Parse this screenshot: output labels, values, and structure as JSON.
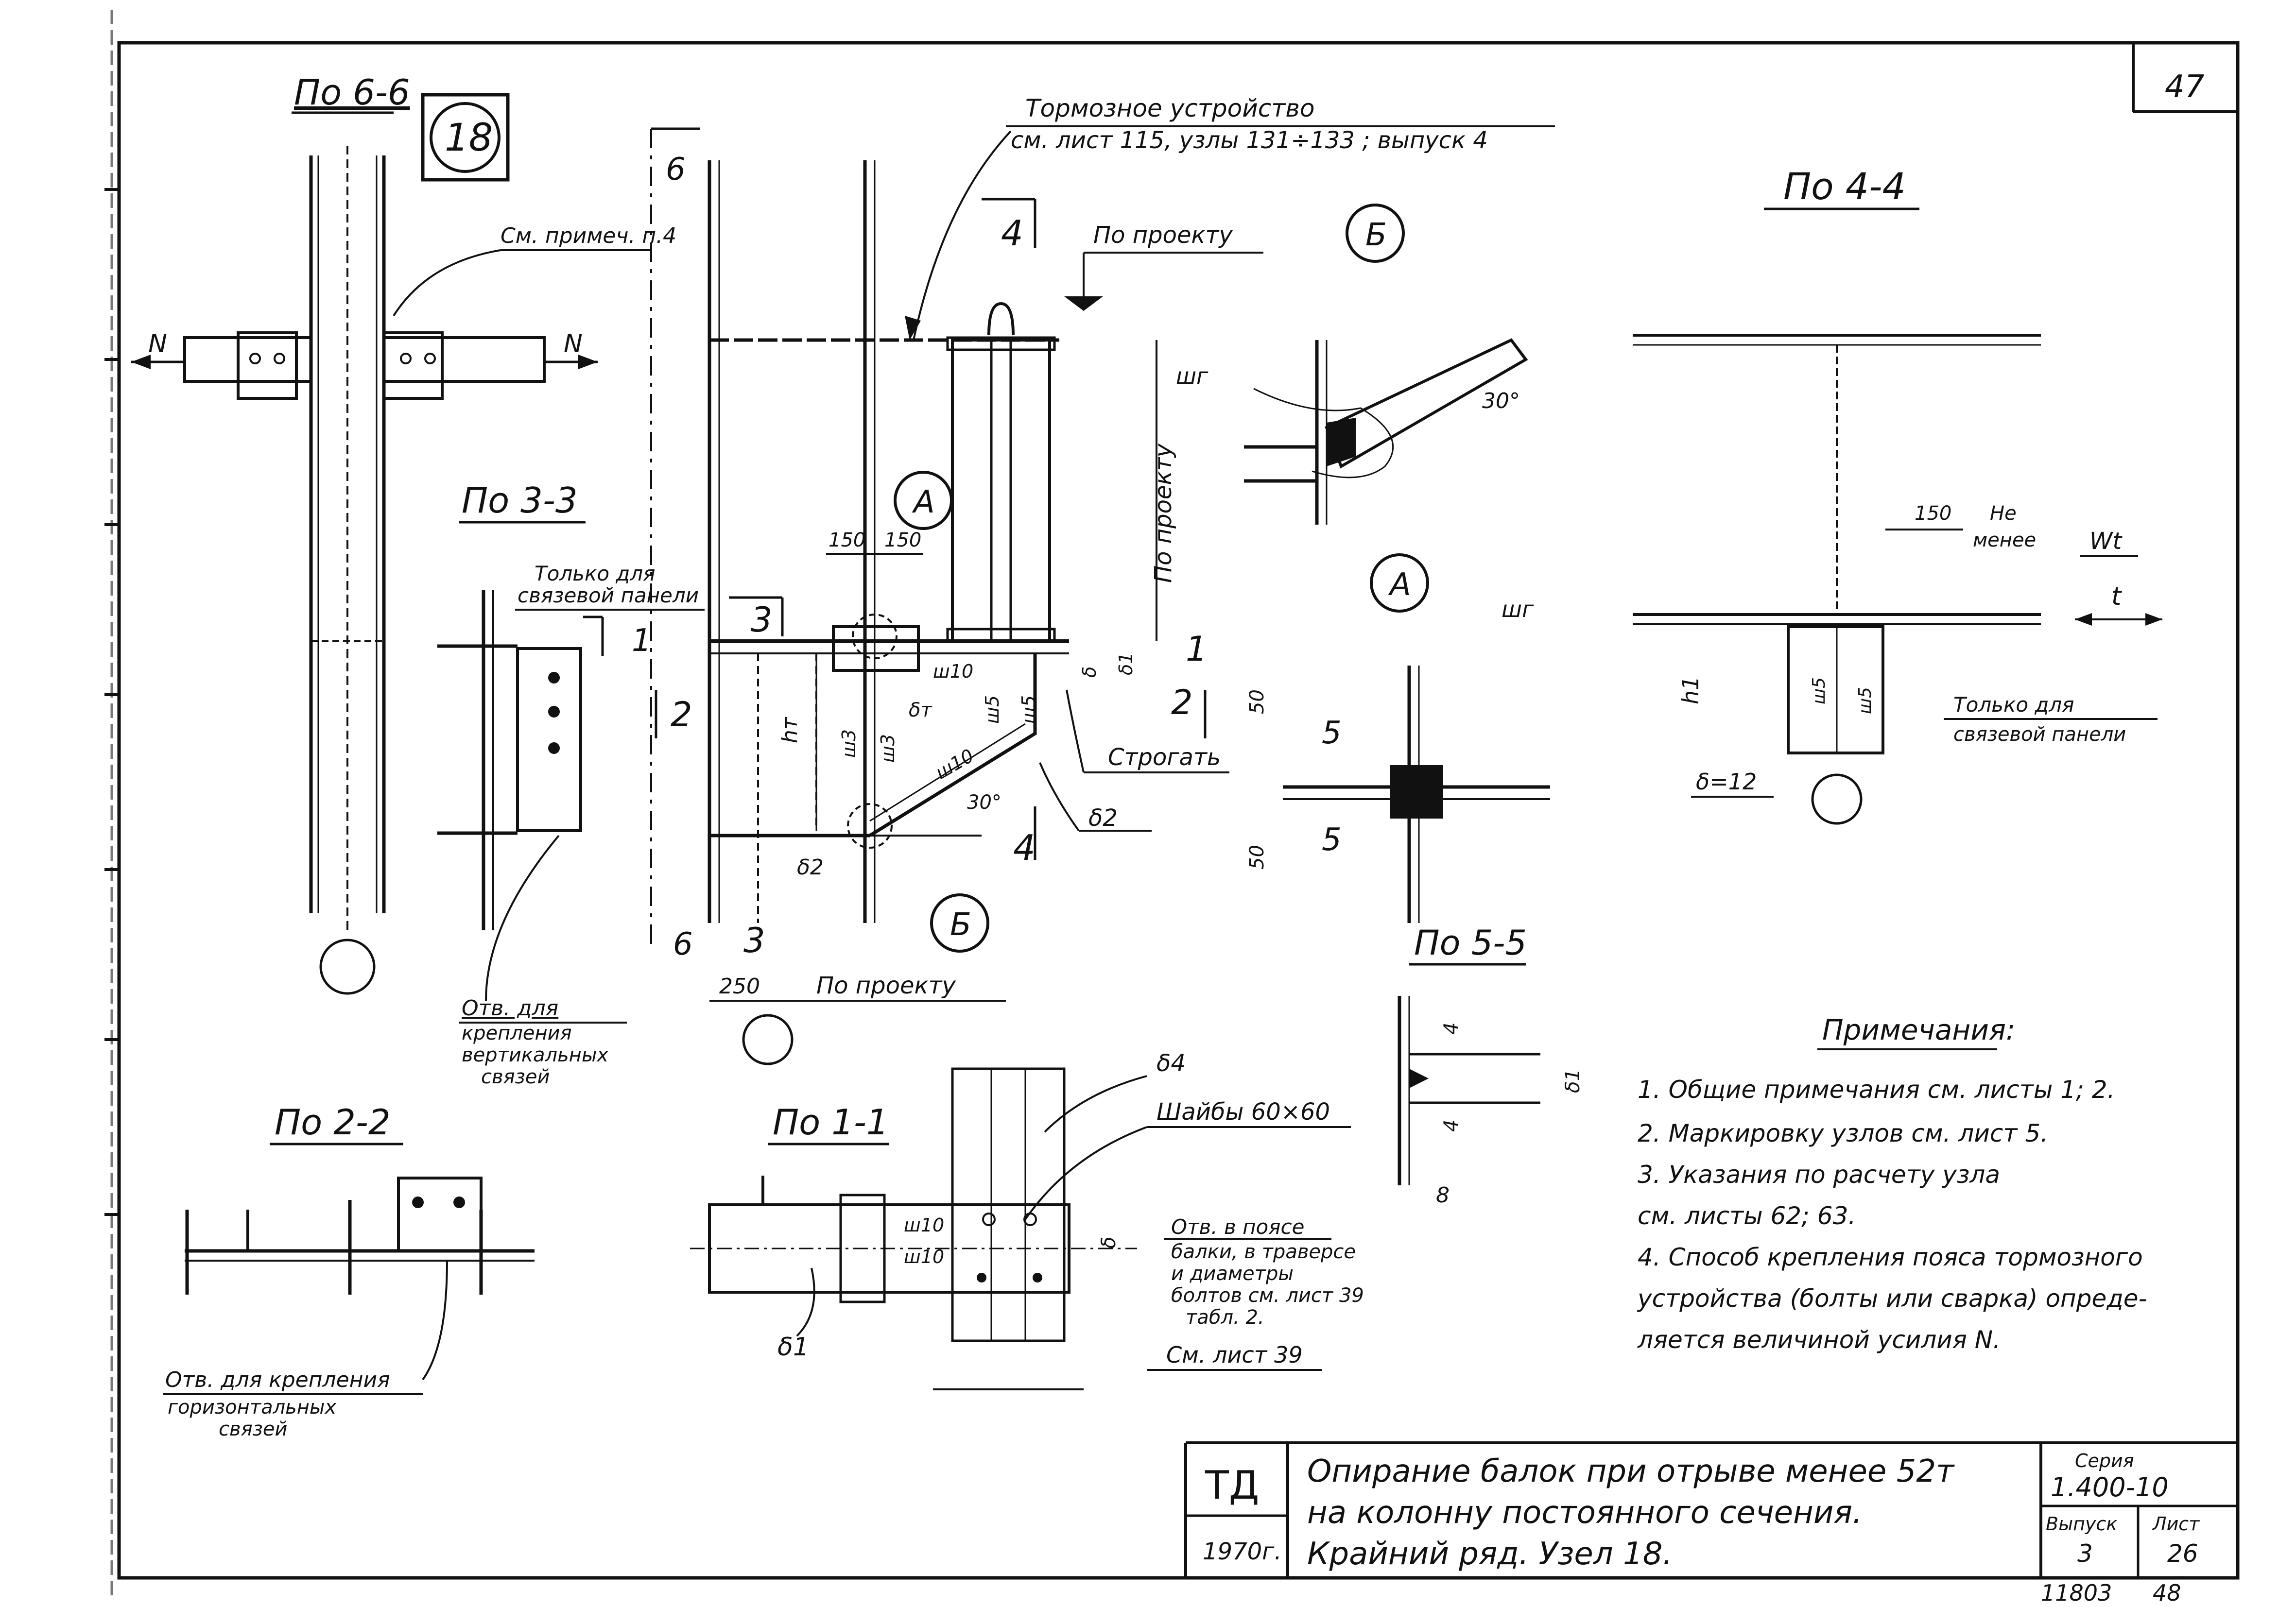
{
  "sheet": {
    "number": "47",
    "node_badge": "18"
  },
  "sections": {
    "s66": "По 6-6",
    "s33": "По 3-3",
    "s22": "По 2-2",
    "s11": "По 1-1",
    "s44": "По 4-4",
    "s55": "По 5-5"
  },
  "labels": {
    "brake_title": "Тормозное  устройство",
    "brake_ref": "см. лист 115,  узлы 131÷133 ;  выпуск 4",
    "po_proektu": "По проекту",
    "po_proektu_vert": "По проекту",
    "po_proektu_bottom": "По проекту",
    "see_note4": "См. примеч. п.4",
    "only_brace_1": "Только  для",
    "only_brace_2": "связевой  панели",
    "holes_vert_1": "Отв.  для",
    "holes_vert_2": "крепления",
    "holes_vert_3": "вертикальных",
    "holes_vert_4": "связей",
    "holes_horiz_1": "Отв. для  крепления",
    "holes_horiz_2": "горизонтальных",
    "holes_horiz_3": "связей",
    "strogat": "Строгать",
    "washers": "Шайбы  60×60",
    "holes_flange_1": "Отв. в поясе",
    "holes_flange_2": "балки, в траверсе",
    "holes_flange_3": "и  диаметры",
    "holes_flange_4": "болтов  см. лист 39",
    "holes_flange_5": "табл. 2.",
    "see_sheet39": "См. лист 39",
    "only_brace_r1": "Только  для",
    "only_brace_r2": "связевой   панели",
    "ne_menee_1": "Не",
    "ne_menee_2": "менее",
    "force_N": "N",
    "force_N_right": "N",
    "force_Wt": "Wt",
    "force_t": "t",
    "callout_A": "А",
    "callout_B": "Б",
    "callout_A_detail": "А",
    "callout_B_detail": "Б"
  },
  "marks": {
    "d150a": "150",
    "d150b": "150",
    "d250": "250",
    "d50a": "50",
    "d50b": "50",
    "d150r": "150",
    "d8": "8",
    "d4a": "4",
    "d4b": "4",
    "angle30": "30°",
    "angle30b": "30°",
    "ht": "hт",
    "h1": "h1",
    "delta_t": "δт",
    "delta1": "δ1",
    "delta1b": "δ1",
    "delta2": "δ2",
    "delta2b": "δ2",
    "delta4": "δ4",
    "delta12": "δ=12",
    "delta_b": "δ",
    "w3a": "ш3",
    "w3b": "ш3",
    "w10a": "ш10",
    "w10b": "ш10",
    "w10c": "ш10",
    "w10d": "ш10",
    "w5a": "ш5",
    "w5b": "ш5",
    "w5c": "ш5",
    "w5d": "ш5",
    "wga": "шг",
    "wgb": "шг",
    "cut_6": "6",
    "cut_3": "3",
    "cut_4": "4",
    "cut_1": "1",
    "cut_2": "2",
    "cut_5": "5"
  },
  "notes": {
    "title": "Примечания:",
    "items": [
      "1. Общие  примечания  см.  листы 1; 2.",
      "2. Маркировку  узлов  см. лист  5.",
      "3. Указания  по  расчету  узла",
      "   см.  листы  62; 63.",
      "4. Способ  крепления  пояса  тормозного",
      "   устройства  (болты или сварка)  опреде-",
      "   ляется  величиной   усилия  N."
    ]
  },
  "title_block": {
    "org": "ТД",
    "year": "1970г.",
    "title_line1": "Опирание  балок  при  отрыве   менее  52т",
    "title_line2": "на   колонну     постоянного      сечения.",
    "title_line3": "Крайний   ряд.  Узел  18.",
    "series_label": "Серия",
    "series_value": "1.400-10",
    "issue_label": "Выпуск",
    "issue_value": "3",
    "sheet_label": "Лист",
    "sheet_value": "26"
  },
  "footer": {
    "code": "11803",
    "page": "48"
  }
}
